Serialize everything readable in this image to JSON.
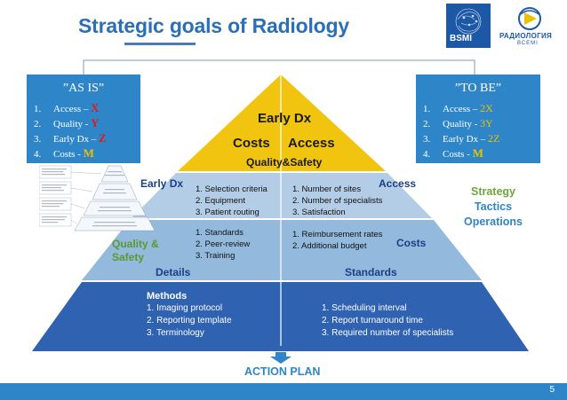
{
  "title": "Strategic goals of Radiology",
  "logos": {
    "bsmi_label": "BSMI",
    "radiology_label": "РАДИОЛОГИЯ",
    "radiology_sub": "ВСЕМІ"
  },
  "as_is": {
    "heading": "”AS IS”",
    "items": [
      {
        "num": "1.",
        "label": "Access  – ",
        "value": "X"
      },
      {
        "num": "2.",
        "label": "Quality - ",
        "value": "Y"
      },
      {
        "num": "3.",
        "label": "Early Dx – ",
        "value": "Z"
      },
      {
        "num": "4.",
        "label": "Costs - ",
        "value": "M"
      }
    ]
  },
  "to_be": {
    "heading": "”TO BE”",
    "items": [
      {
        "num": "1.",
        "label": "Access – ",
        "value": "2X"
      },
      {
        "num": "2.",
        "label": "Quality - ",
        "value": "3Y"
      },
      {
        "num": "3.",
        "label": "Early Dx – ",
        "value": "2Z"
      },
      {
        "num": "4.",
        "label": "Costs - ",
        "value": "M"
      }
    ]
  },
  "pyramid": {
    "apex": {
      "early_dx": "Early Dx",
      "costs": "Costs",
      "access": "Access",
      "quality_safety": "Quality&Safety"
    },
    "tier2": {
      "left_label": "Early Dx",
      "right_label": "Access",
      "left_list": [
        "1. Selection criteria",
        "2. Equipment",
        "3. Patient routing"
      ],
      "right_list": [
        "1. Number of sites",
        "2. Number of specialists",
        "3. Satisfaction"
      ]
    },
    "tier3": {
      "left_label_1": "Quality &",
      "left_label_2": "Safety",
      "right_label": "Costs",
      "left_list": [
        "1. Standards",
        "2. Peer-review",
        "3. Training"
      ],
      "right_list": [
        "1. Reimbursement rates",
        "2. Additional budget"
      ],
      "bottom_left": "Details",
      "bottom_right": "Standards"
    },
    "base": {
      "methods_heading": "Methods",
      "left_list": [
        "1. Imaging protocol",
        "2. Reporting template",
        "3. Terminology"
      ],
      "right_list": [
        "1. Scheduling interval",
        "2. Report turnaround time",
        "3. Required number of specialists"
      ]
    }
  },
  "strategy_levels": [
    "Strategy",
    "Tactics",
    "Operations"
  ],
  "action_plan": "ACTION PLAN",
  "page_number": "5",
  "colors": {
    "title_blue": "#2a70b8",
    "box_blue": "#2e86c8",
    "apex_gold": "#f1c40f",
    "tier2_blue": "#b3cde6",
    "tier3_blue": "#93b9dc",
    "base_blue": "#2f62b0",
    "strategy_green": "#6da63a",
    "tactics_blue": "#2e86c8",
    "label_green": "#5a9a2e",
    "label_navy": "#1a3f8a",
    "red_value": "#e01a1a",
    "gold_value": "#e8c200"
  }
}
